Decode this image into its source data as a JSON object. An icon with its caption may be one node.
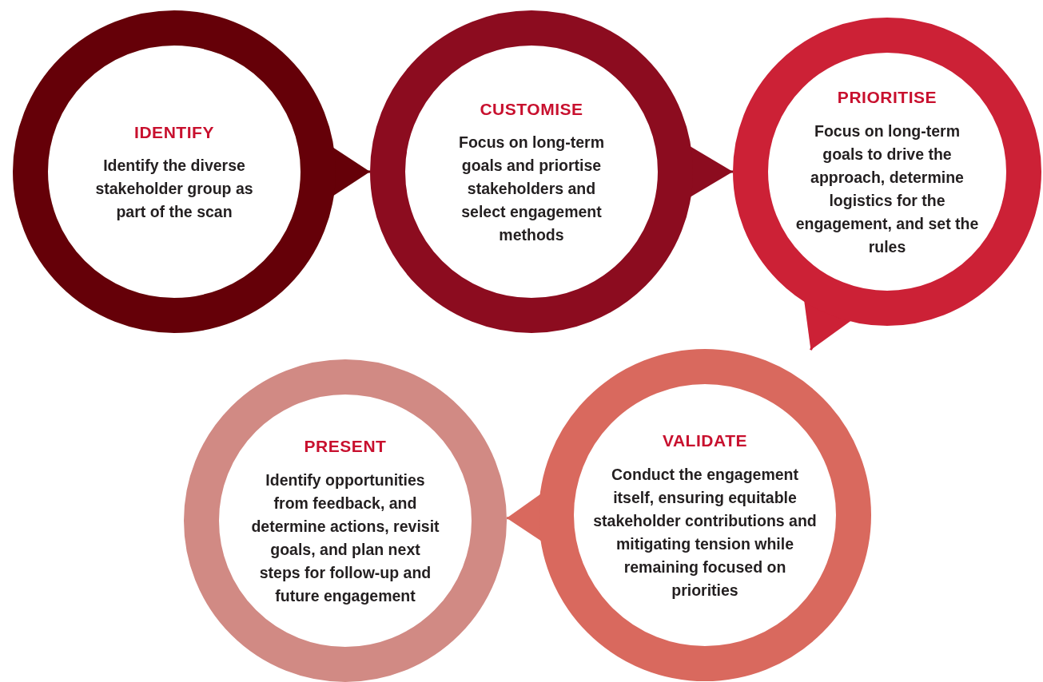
{
  "diagram": {
    "nodes": [
      {
        "text": [
          "IDENTIFY",
          "Identify the diverse stakeholder group as part of the scan"
        ]
      },
      {
        "text": [
          "CUSTOMISE",
          "Focus on long-term goals and priortise stakeholders and select engagement methods"
        ]
      },
      {
        "text": [
          "PRIORITISE",
          "Focus on long-term goals to drive the approach, determine logistics for the engagement, and set the rules"
        ]
      },
      {
        "text": [
          "PRESENT",
          "Identify opportunities from feedback, and determine actions, revisit goals, and plan next steps for follow-up and future engagement"
        ]
      },
      {
        "text": [
          "VALIDATE",
          "Conduct the engagement itself, ensuring equitable stakeholder contributions and mitigating tension while remaining focused on priorities"
        ]
      }
    ],
    "edges": [
      {
        "from": 0,
        "to": 1,
        "arrow": "to",
        "color": "#650008"
      },
      {
        "from": 1,
        "to": 2,
        "arrow": "to",
        "color": "#8c0c1f"
      },
      {
        "from": 2,
        "to": 4,
        "arrow": "to",
        "color": "#cc2136"
      },
      {
        "from": 4,
        "to": 3,
        "arrow": "to",
        "color": "#d9695e"
      }
    ]
  }
}
